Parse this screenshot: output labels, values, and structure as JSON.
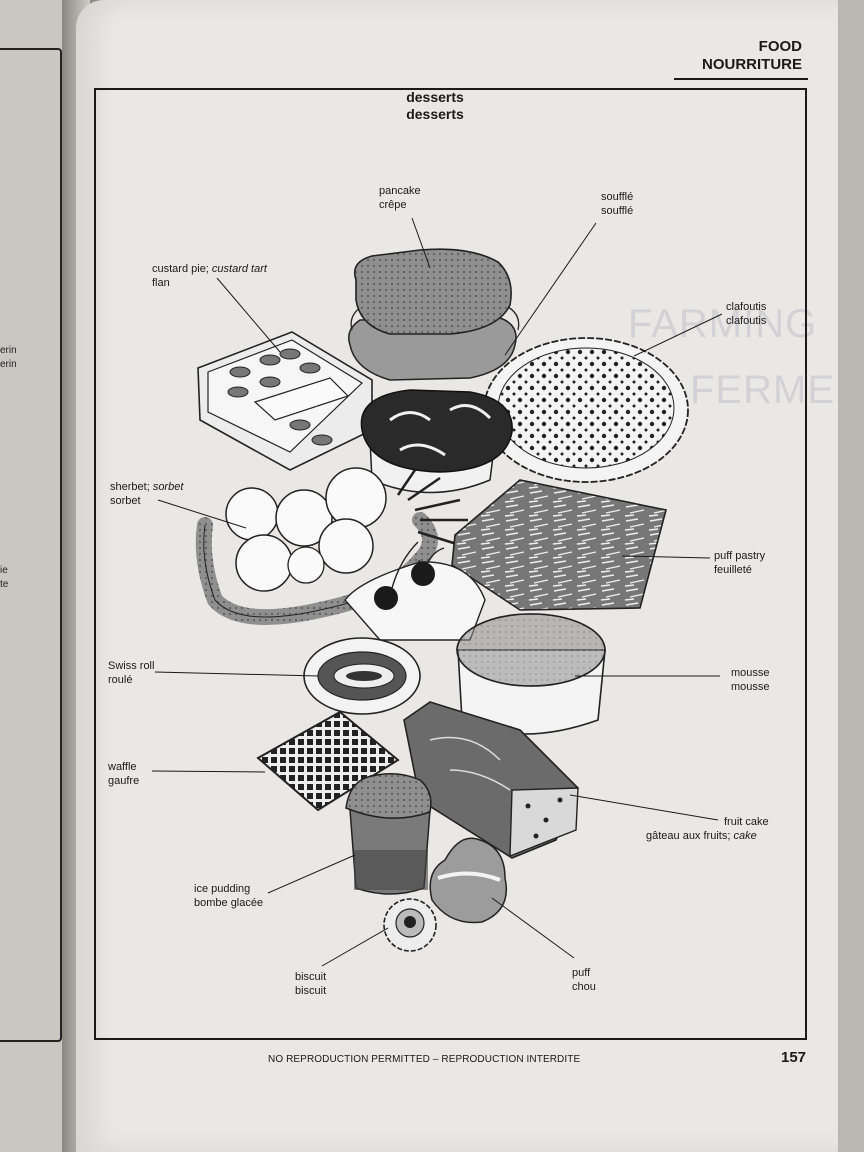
{
  "left_page": {
    "fragments": [
      "erin",
      "erin",
      "ie",
      "te"
    ]
  },
  "header": {
    "title_en": "FOOD",
    "title_fr": "NOURRITURE"
  },
  "section": {
    "title_en": "desserts",
    "title_fr": "desserts"
  },
  "ghost_text": {
    "line1": "FARMING",
    "line2": "FERME"
  },
  "labels": {
    "pancake": {
      "en": "pancake",
      "fr": "crêpe"
    },
    "souffle": {
      "en": "soufflé",
      "fr": "soufflé"
    },
    "custard_pie": {
      "en": "custard pie; ",
      "en_alt": "custard tart",
      "fr": "flan"
    },
    "clafoutis": {
      "en": "clafoutis",
      "fr": "clafoutis"
    },
    "sherbet": {
      "en": "sherbet; ",
      "en_alt": "sorbet",
      "fr": "sorbet"
    },
    "puff_pastry": {
      "en": "puff pastry",
      "fr": "feuilleté"
    },
    "swiss_roll": {
      "en": "Swiss roll",
      "fr": "roulé"
    },
    "mousse": {
      "en": "mousse",
      "fr": "mousse"
    },
    "waffle": {
      "en": "waffle",
      "fr": "gaufre"
    },
    "fruit_cake": {
      "en": "fruit cake",
      "fr": "gâteau aux fruits; ",
      "fr_alt": "cake"
    },
    "ice_pudding": {
      "en": "ice pudding",
      "fr": "bombe glacée"
    },
    "biscuit": {
      "en": "biscuit",
      "fr": "biscuit"
    },
    "puff": {
      "en": "puff",
      "fr": "chou"
    }
  },
  "footer": {
    "notice": "NO REPRODUCTION PERMITTED – REPRODUCTION INTERDITE",
    "page_number": "157"
  }
}
